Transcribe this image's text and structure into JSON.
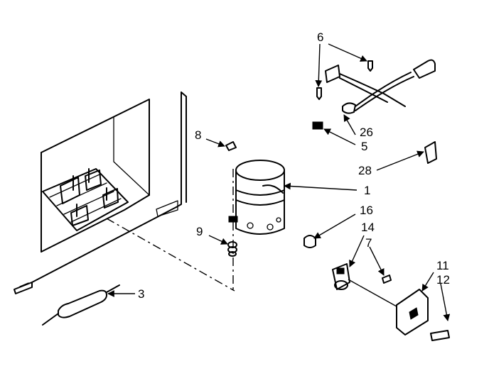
{
  "callouts": {
    "c1": "1",
    "c3": "3",
    "c5": "5",
    "c6": "6",
    "c7": "7",
    "c8": "8",
    "c9": "9",
    "c11": "11",
    "c12": "12",
    "c14": "14",
    "c16": "16",
    "c26": "26",
    "c28": "28"
  },
  "colors": {
    "ink": "#000000",
    "paper": "#ffffff"
  }
}
